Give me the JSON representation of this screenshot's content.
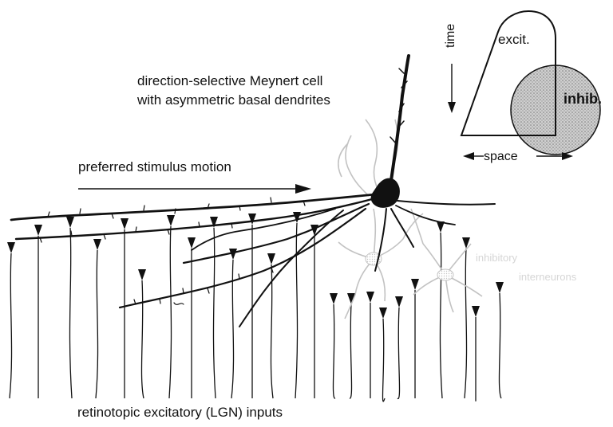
{
  "labels": {
    "meynert_line1": "direction-selective Meynert cell",
    "meynert_line2": "with asymmetric basal dendrites",
    "motion": "preferred stimulus motion",
    "inputs": "retinotopic excitatory (LGN) inputs",
    "time": "time",
    "space": "space",
    "excit": "excit.",
    "inhib": "inhib.",
    "inhibitory_line1": "inhibitory",
    "inhibitory_line2": "interneurons"
  },
  "colors": {
    "ink": "#111111",
    "inhibitory_gray": "#bdbdbd",
    "inhib_fill": "#a8a8a8"
  },
  "icons": [
    "meynert-cell",
    "lgn-axon-terminal",
    "inhibitory-interneuron",
    "motion-arrow"
  ]
}
